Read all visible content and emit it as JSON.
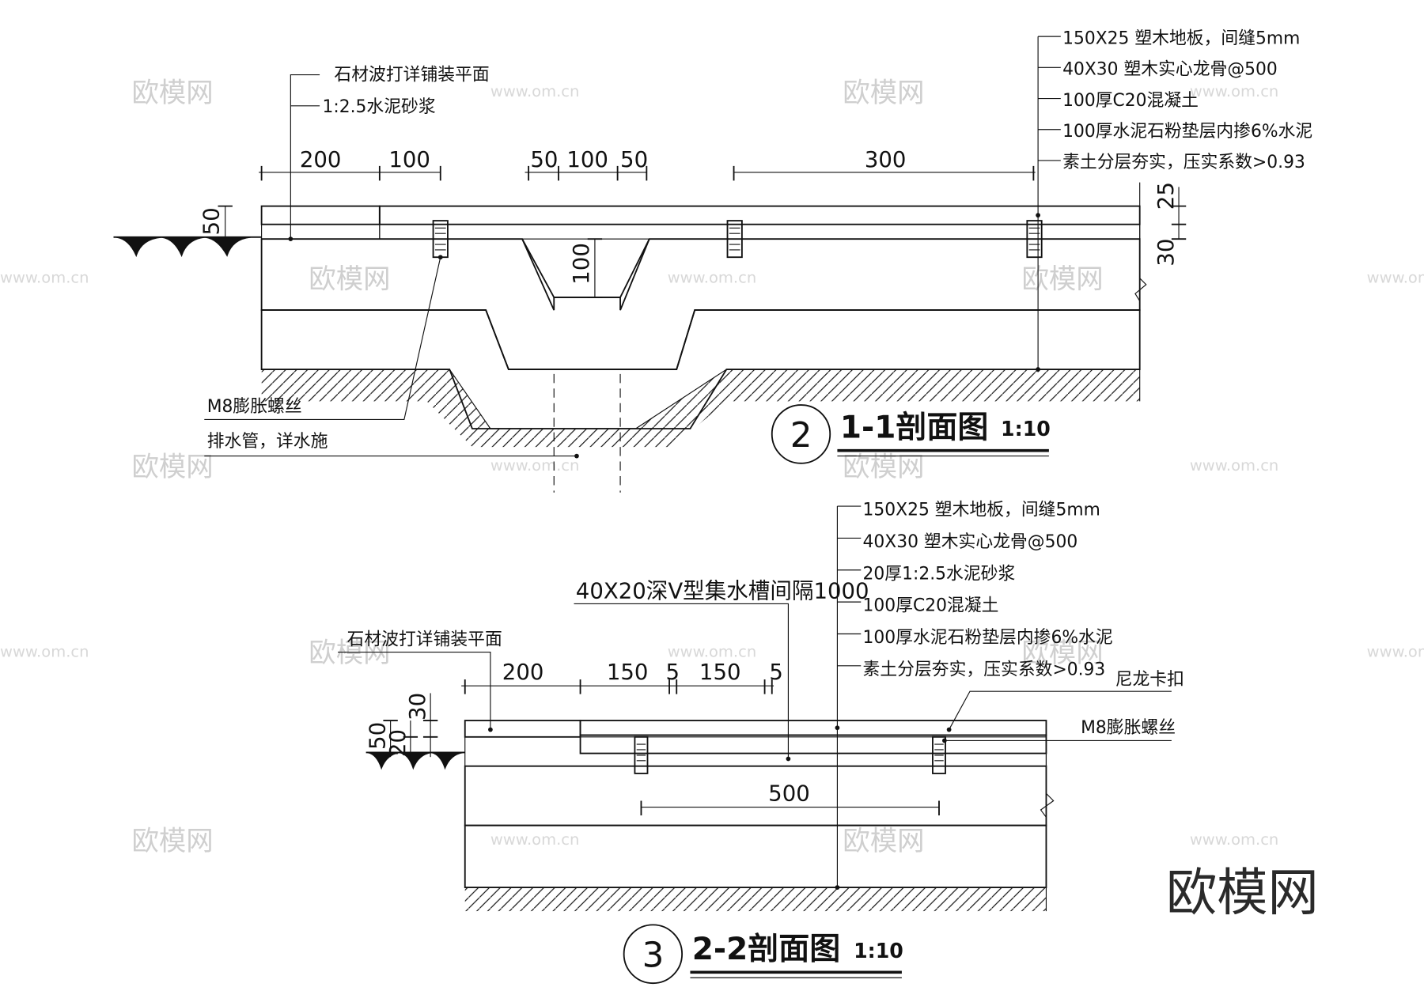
{
  "watermark": {
    "name": "欧模网",
    "url": "www.om.cn"
  },
  "section1": {
    "number": "2",
    "title": "1-1剖面图",
    "scale": "1:10",
    "layers": [
      "150X25 塑木地板，间缝5mm",
      "40X30 塑木实心龙骨@500",
      "100厚C20混凝土",
      "100厚水泥石粉垫层内掺6%水泥",
      "素土分层夯实，压实系数>0.93"
    ],
    "left_labels": [
      "石材波打详铺装平面",
      "1:2.5水泥砂浆"
    ],
    "bottom_labels": [
      "M8膨胀螺丝",
      "排水管，详水施"
    ],
    "dims_top": [
      "200",
      "100",
      "50",
      "100",
      "50",
      "300"
    ],
    "dim_left": "50",
    "dim_trench": "100",
    "dims_right": [
      "25",
      "30"
    ]
  },
  "section2": {
    "number": "3",
    "title": "2-2剖面图",
    "scale": "1:10",
    "layers": [
      "150X25 塑木地板，间缝5mm",
      "40X30 塑木实心龙骨@500",
      "20厚1:2.5水泥砂浆",
      "100厚C20混凝土",
      "100厚水泥石粉垫层内掺6%水泥",
      "素土分层夯实，压实系数>0.93"
    ],
    "groove_label": "40X20深V型集水槽间隔1000",
    "left_label": "石材波打详铺装平面",
    "right_labels": [
      "尼龙卡扣",
      "M8膨胀螺丝"
    ],
    "dims_top": [
      "200",
      "150",
      "5",
      "150",
      "5"
    ],
    "dims_left": [
      "50",
      "20",
      "30"
    ],
    "dim_bottom": "500"
  }
}
